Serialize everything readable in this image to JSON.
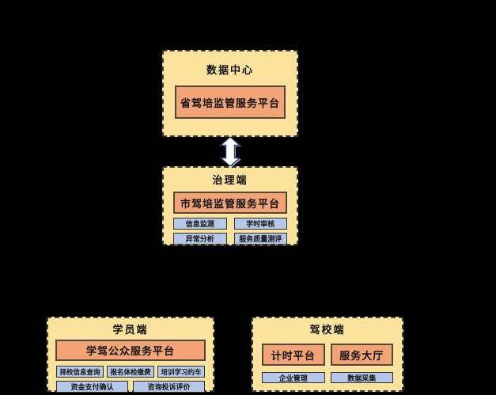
{
  "diagram": {
    "background": "#000000",
    "palette": {
      "panel_fill": "#FBE39E",
      "panel_border": "#3F3D33",
      "platform_fill": "#F2A476",
      "platform_border": "#53463C",
      "module_fill": "#B6C8E8",
      "module_border": "#2E2E2E",
      "text": "#111111",
      "arrow_fill": "#FFFFFF",
      "arrow_outline": "#26436E",
      "arrow_bevel": "#8FB4DD"
    },
    "groups": {
      "data_center": {
        "title": "数据中心",
        "platform": "省驾培监管服务平台"
      },
      "governance": {
        "title": "治理端",
        "platform": "市驾培监管服务平台",
        "modules": [
          "信息监测",
          "学时审核",
          "异常分析",
          "服务质量测评"
        ]
      },
      "student": {
        "title": "学员端",
        "platform": "学驾公众服务平台",
        "modules_row1": [
          "择校信息查询",
          "报名体检缴费",
          "培训学习约车"
        ],
        "modules_row2": [
          "资金支付确认",
          "咨询投诉评价"
        ]
      },
      "school": {
        "title": "驾校端",
        "platforms": [
          "计时平台",
          "服务大厅"
        ],
        "modules": [
          "企业管理",
          "数据采集"
        ]
      }
    },
    "arrow": {
      "name": "bidirectional-data-flow"
    }
  }
}
